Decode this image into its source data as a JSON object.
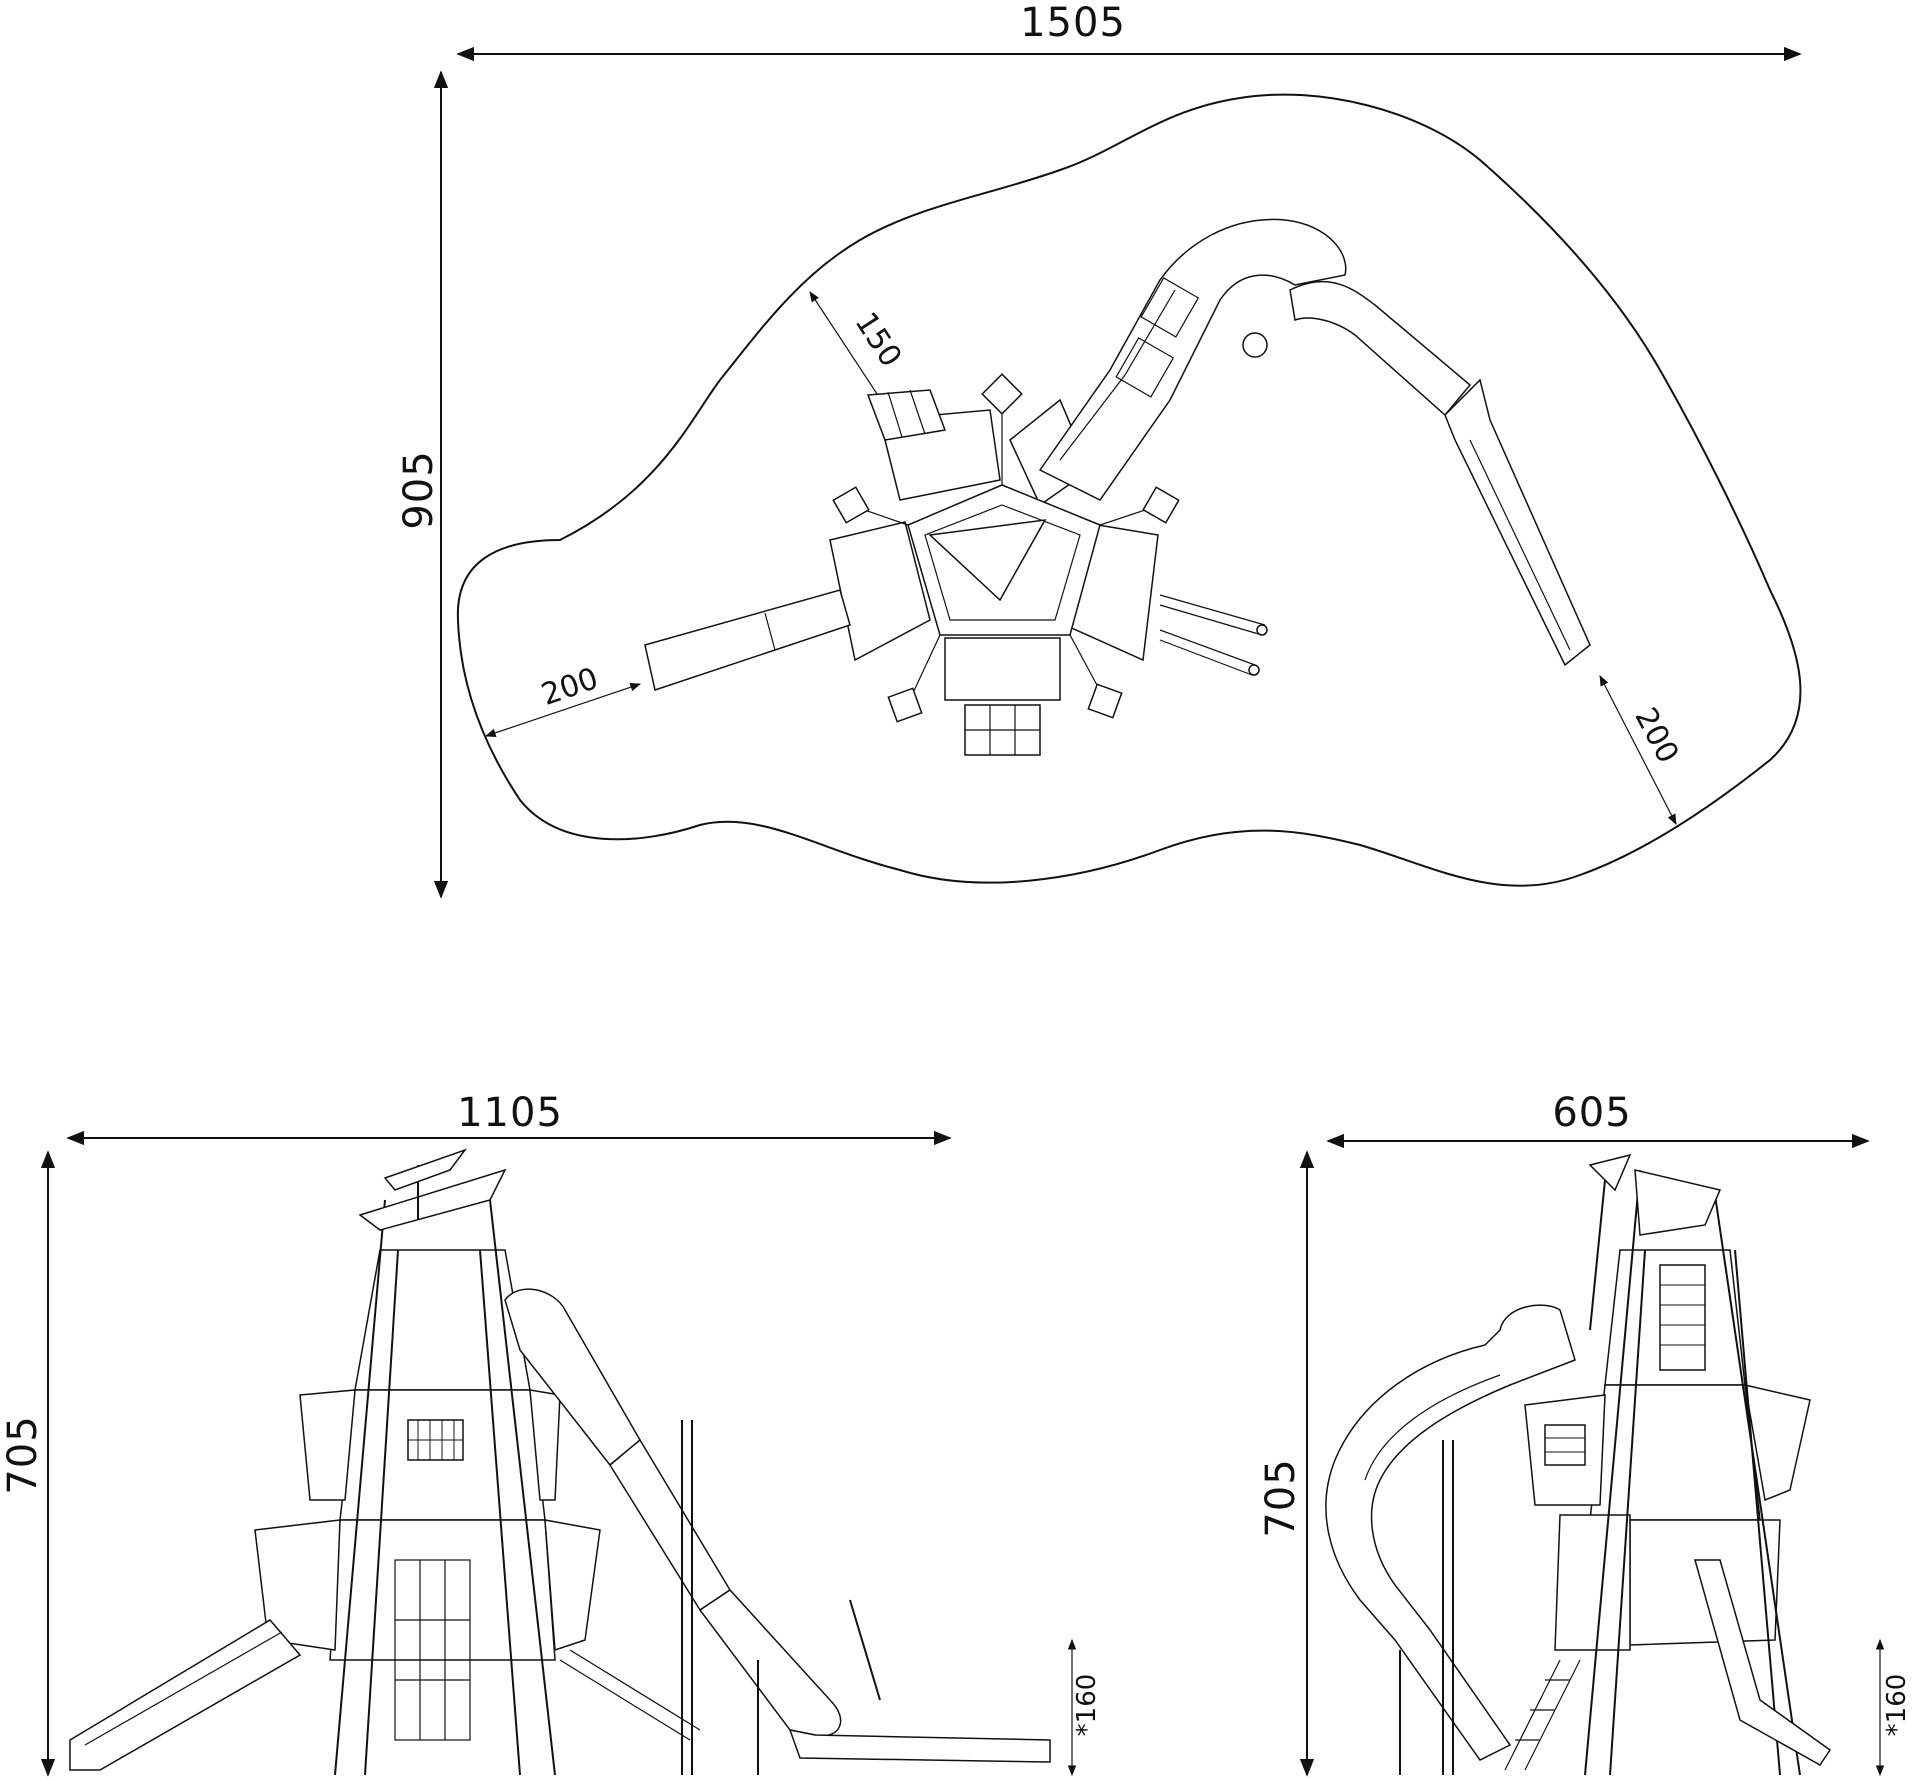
{
  "plan_view": {
    "width_label": "1505",
    "depth_label": "905",
    "clearance_labels": [
      "150",
      "200",
      "200"
    ]
  },
  "front_view": {
    "width_label": "1105",
    "height_label": "705",
    "platform_label": "*160"
  },
  "side_view": {
    "width_label": "605",
    "height_label": "705",
    "platform_label": "*160"
  }
}
